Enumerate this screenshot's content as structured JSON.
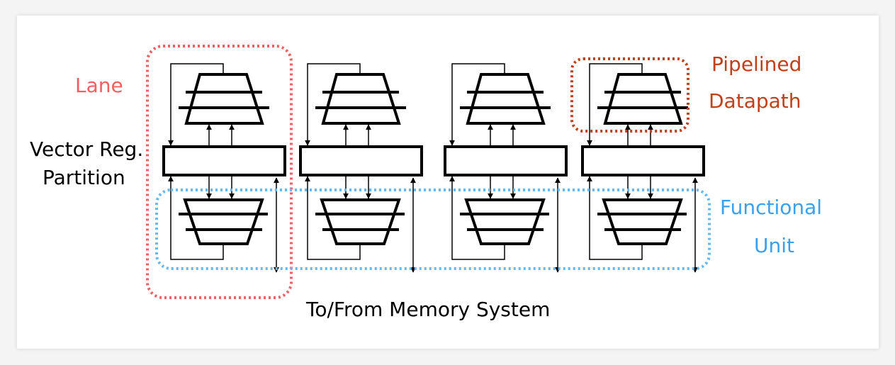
{
  "labels": {
    "lane": "Lane",
    "vector_reg_line1": "Vector Reg.",
    "vector_reg_line2": "Partition",
    "pipelined_line1": "Pipelined",
    "pipelined_line2": "Datapath",
    "functional_line1": "Functional",
    "functional_line2": "Unit",
    "memory": "To/From Memory System"
  },
  "lane_count": 4,
  "colors": {
    "lane": "#f06060",
    "pipelined": "#c0401a",
    "functional": "#66b8ee",
    "stroke": "#000000",
    "text": "#000000"
  }
}
